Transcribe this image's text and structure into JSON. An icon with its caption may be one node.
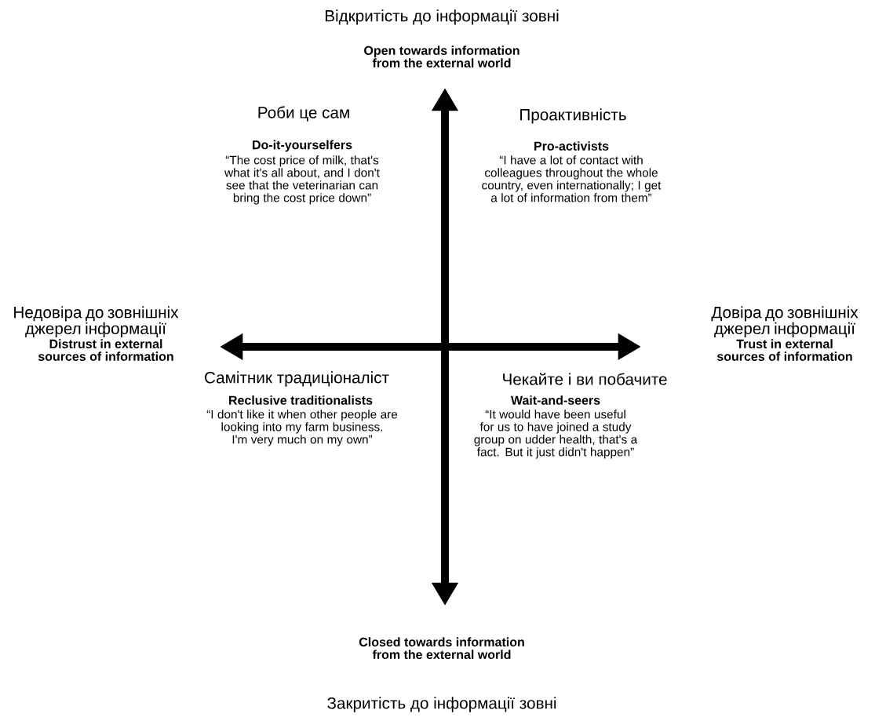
{
  "diagram": {
    "labels": [
      "Відкритість до інформації зовні",
      "Open towards information from the external world",
      "Роби це сам",
      "Проактивність",
      "Do-it-yourselfers",
      "Pro-activists",
      "“The cost price of milk, that's what it's all about, and I don't see that the veterinarian can bring the cost price down”",
      "“I have a lot of contact with colleagues throughout the whole country, even internationally; I get a lot of information from them”",
      "Недовіра до зовнішніх джерел інформації",
      "Довіра до зовнішніх джерел інформації",
      "Distrust in external sources of information",
      "Trust in external sources of information",
      "Самітник традиціоналіст",
      "Чекайте і ви побачите",
      "Reclusive traditionalists",
      "Wait-and-seers",
      "“I don't like it when other people are looking into my farm business. I'm very much on my own”",
      "“It would have been useful for us to have joined a study group on udder health, that's a fact. But it just didn't happen”",
      "Closed towards information from the external world",
      "Закритість до інформації зовні"
    ]
  }
}
